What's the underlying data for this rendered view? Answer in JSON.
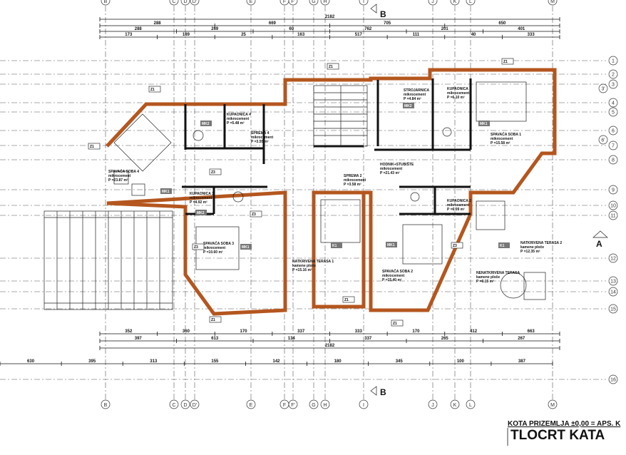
{
  "title": {
    "kota": "KOTA PRIZEMLJA ±0,00 = APS. K",
    "name": "TLOCRT KATA"
  },
  "axes": {
    "columns": [
      "B",
      "C",
      "D",
      "D'",
      "E",
      "F",
      "F'",
      "G",
      "H",
      "I",
      "J",
      "K",
      "L",
      "M"
    ],
    "rows": [
      "1",
      "2",
      "3",
      "3'",
      "4",
      "5",
      "6",
      "6'",
      "7",
      "8",
      "9",
      "10",
      "11",
      "12",
      "13",
      "14",
      "15",
      "16"
    ]
  },
  "section_marks": {
    "b": "B",
    "a": "A"
  },
  "dimensions": {
    "top_total": "2182",
    "top_row1": [
      "288",
      "669",
      "705",
      "650"
    ],
    "top_row2": [
      "288",
      "269",
      "60",
      "762",
      "201",
      "401"
    ],
    "top_row3": [
      "173",
      "189",
      "25",
      "163",
      "517",
      "111",
      "40",
      "333"
    ],
    "bottom_total": "2182",
    "bottom_row1": [
      "352",
      "360",
      "170",
      "337",
      "333",
      "170",
      "412",
      "663"
    ],
    "bottom_row2": [
      "397",
      "613",
      "134",
      "337",
      "265",
      "267"
    ],
    "bottom_row3": [
      "630",
      "395",
      "313",
      "155",
      "142",
      "180",
      "345",
      "100",
      "387"
    ]
  },
  "rooms": [
    {
      "name": "SPAVAĆA SOBA 4",
      "finish": "mikrocement",
      "area": "P =23.87 m²"
    },
    {
      "name": "KUPAONICA 4",
      "finish": "mikrocement",
      "area": "P =5.48 m²"
    },
    {
      "name": "SPREMA 4",
      "finish": "mikrocement",
      "area": "P =3.55 m²"
    },
    {
      "name": "KUPAONICA 3",
      "finish": "mikrocement",
      "area": "P =4.92 m²"
    },
    {
      "name": "SPAVAĆA SOBA 3",
      "finish": "mikrocement",
      "area": "P =10.60 m²"
    },
    {
      "name": "NATKRIVENA TERASA 1",
      "finish": "kamene ploče",
      "area": "P =15.16 m²"
    },
    {
      "name": "SPREMA 2",
      "finish": "mikrocement",
      "area": "P =3.58 m²"
    },
    {
      "name": "HODNIK+STUBIŠTE",
      "finish": "mikrocement",
      "area": "P =21.43 m²"
    },
    {
      "name": "STROJARNICA",
      "finish": "mikrocement",
      "area": "P =4.84 m²"
    },
    {
      "name": "KUPAONICA 1",
      "finish": "mikrocement",
      "area": "P =6.10 m²"
    },
    {
      "name": "SPAVAĆA SOBA 1",
      "finish": "mikrocement",
      "area": "P =15.58 m²"
    },
    {
      "name": "KUPAONICA 2",
      "finish": "mikrocement",
      "area": "P =6.09 m²"
    },
    {
      "name": "SPAVAĆA SOBA 2",
      "finish": "mikrocement",
      "area": "P =15.40 m²"
    },
    {
      "name": "NATKRIVENA TERASA 2",
      "finish": "kamene ploče",
      "area": "P =12.35 m²"
    },
    {
      "name": "NENATKRIVENA TERASA",
      "finish": "kamene ploče",
      "area": "P =6.15 m²"
    }
  ],
  "tags": {
    "z1": "Z1",
    "z3": "Z3",
    "mk1": "MK1",
    "mk2": "MK2",
    "k1": "K1"
  },
  "colors": {
    "wall": "#b4561e",
    "tag": "#777777"
  }
}
